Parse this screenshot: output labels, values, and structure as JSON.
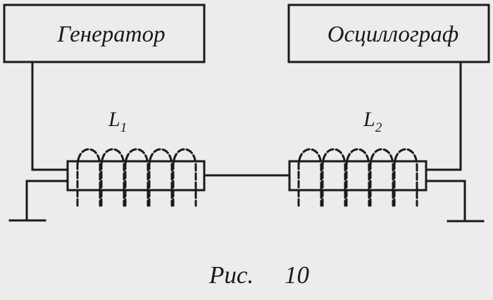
{
  "blocks": {
    "generator": "Генератор",
    "oscilloscope": "Осциллограф"
  },
  "coils": {
    "left": {
      "letter": "L",
      "index": "1"
    },
    "right": {
      "letter": "L",
      "index": "2"
    }
  },
  "caption": {
    "prefix": "Рис.",
    "number": "10"
  },
  "colors": {
    "background": "#ececec",
    "line": "#1a1a1a"
  }
}
